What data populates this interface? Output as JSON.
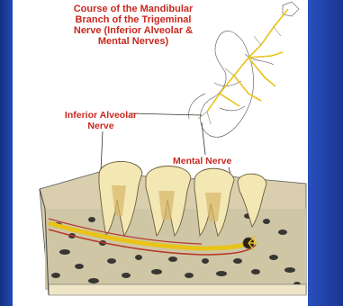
{
  "slide": {
    "title_lines": [
      "Course of the Mandibular",
      "Branch of the Trigeminal",
      "Nerve (Inferior Alveolar &",
      "Mental Nerves)"
    ],
    "labels": {
      "inferior_alveolar_line1": "Inferior Alveolar",
      "inferior_alveolar_line2": "Nerve",
      "mental_nerve": "Mental Nerve"
    }
  },
  "colors": {
    "background": "#1f3fae",
    "label_red": "#c8281e",
    "nerve_yellow": "#e8c31a",
    "bone": "#ece4c8",
    "tooth": "#f3e7b4"
  }
}
